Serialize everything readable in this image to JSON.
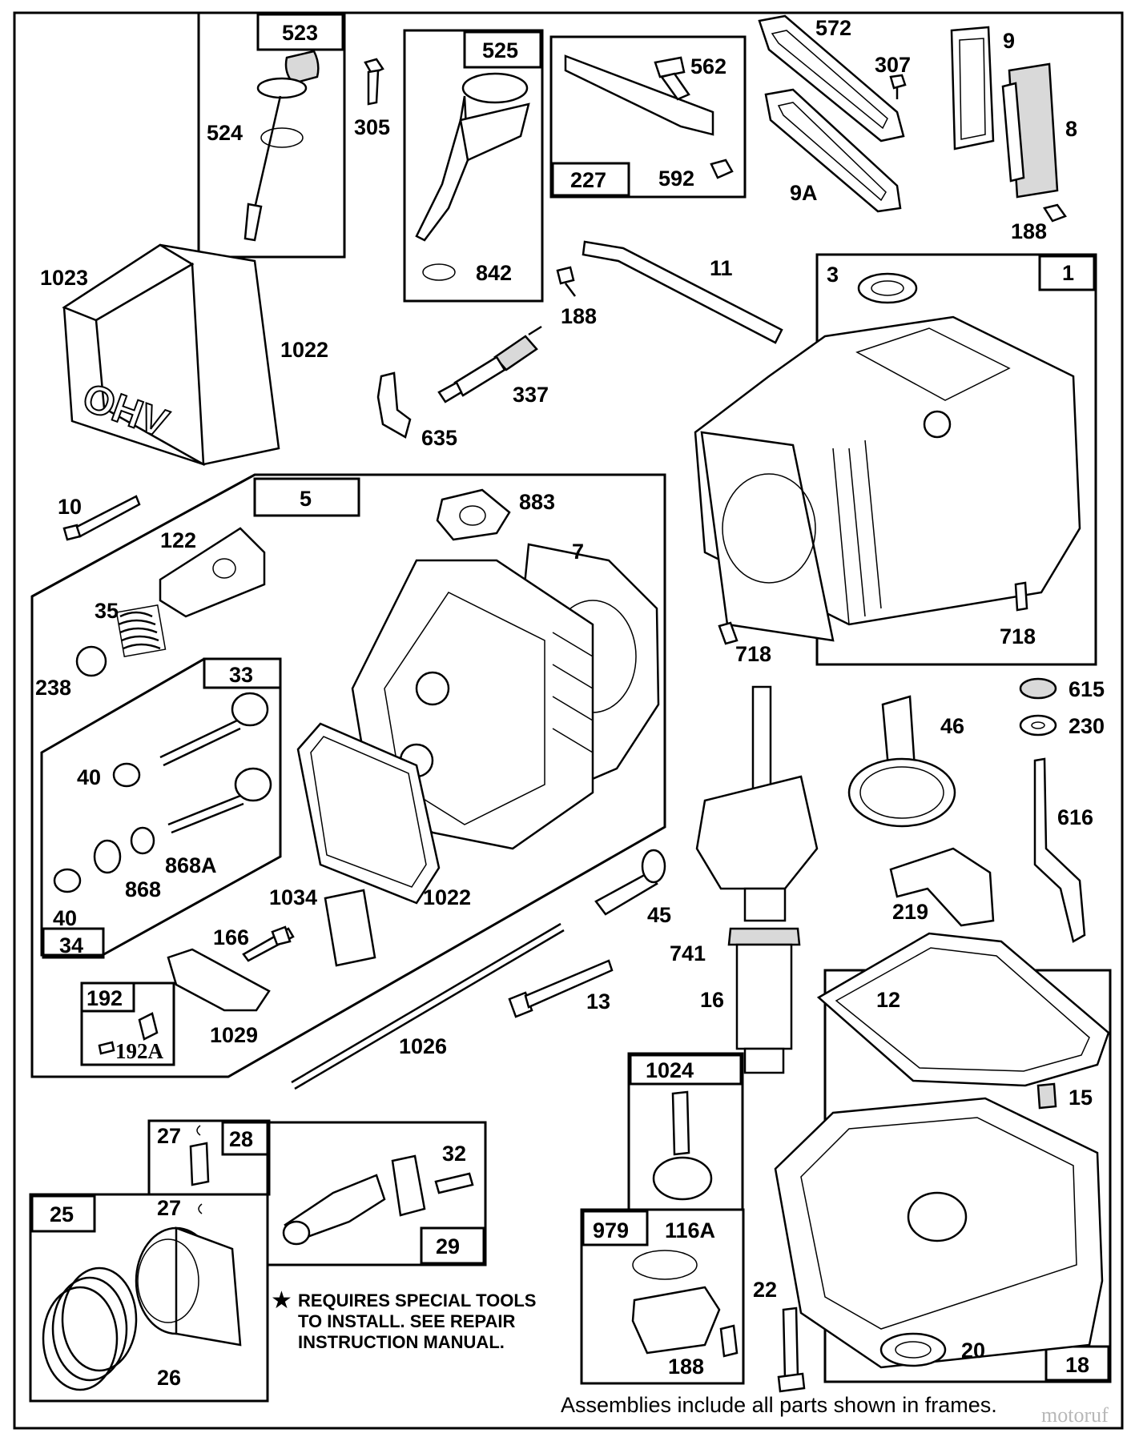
{
  "labels": {
    "p523": "523",
    "p524": "524",
    "p305": "305",
    "p525": "525",
    "p842": "842",
    "p562": "562",
    "p227": "227",
    "p592": "592",
    "p572": "572",
    "p307": "307",
    "p9": "9",
    "p8": "8",
    "p9a": "9A",
    "p188a": "188",
    "p1023": "1023",
    "p1022a": "1022",
    "p11": "11",
    "p188b": "188",
    "p337": "337",
    "p635": "635",
    "p3": "3",
    "p1": "1",
    "p718a": "718",
    "p718b": "718",
    "p10": "10",
    "p5": "5",
    "p883": "883",
    "p7": "7",
    "p122": "122",
    "p35": "35",
    "p238": "238",
    "p33": "33",
    "p40a": "40",
    "p868a": "868A",
    "p868": "868",
    "p40b": "40",
    "p34": "34",
    "p1022b": "1022",
    "p1034": "1034",
    "p166": "166",
    "p1029": "1029",
    "p192": "192",
    "p192a": "192A",
    "p1026": "1026",
    "p13": "13",
    "p45": "45",
    "p741": "741",
    "p16": "16",
    "p615": "615",
    "p230": "230",
    "p46": "46",
    "p616": "616",
    "p219": "219",
    "p12": "12",
    "p15": "15",
    "p1024": "1024",
    "p979": "979",
    "p116a": "116A",
    "p188c": "188",
    "p22": "22",
    "p20": "20",
    "p18": "18",
    "p27a": "27",
    "p28": "28",
    "p32": "32",
    "p25": "25",
    "p27b": "27",
    "p29": "29",
    "p26": "26"
  },
  "note": {
    "line1": "REQUIRES SPECIAL TOOLS",
    "line2": "TO INSTALL.  SEE REPAIR",
    "line3": "INSTRUCTION MANUAL."
  },
  "cover_lettering": "OHV",
  "footer": "Assemblies include all parts shown in frames.",
  "watermark": "motoruf"
}
